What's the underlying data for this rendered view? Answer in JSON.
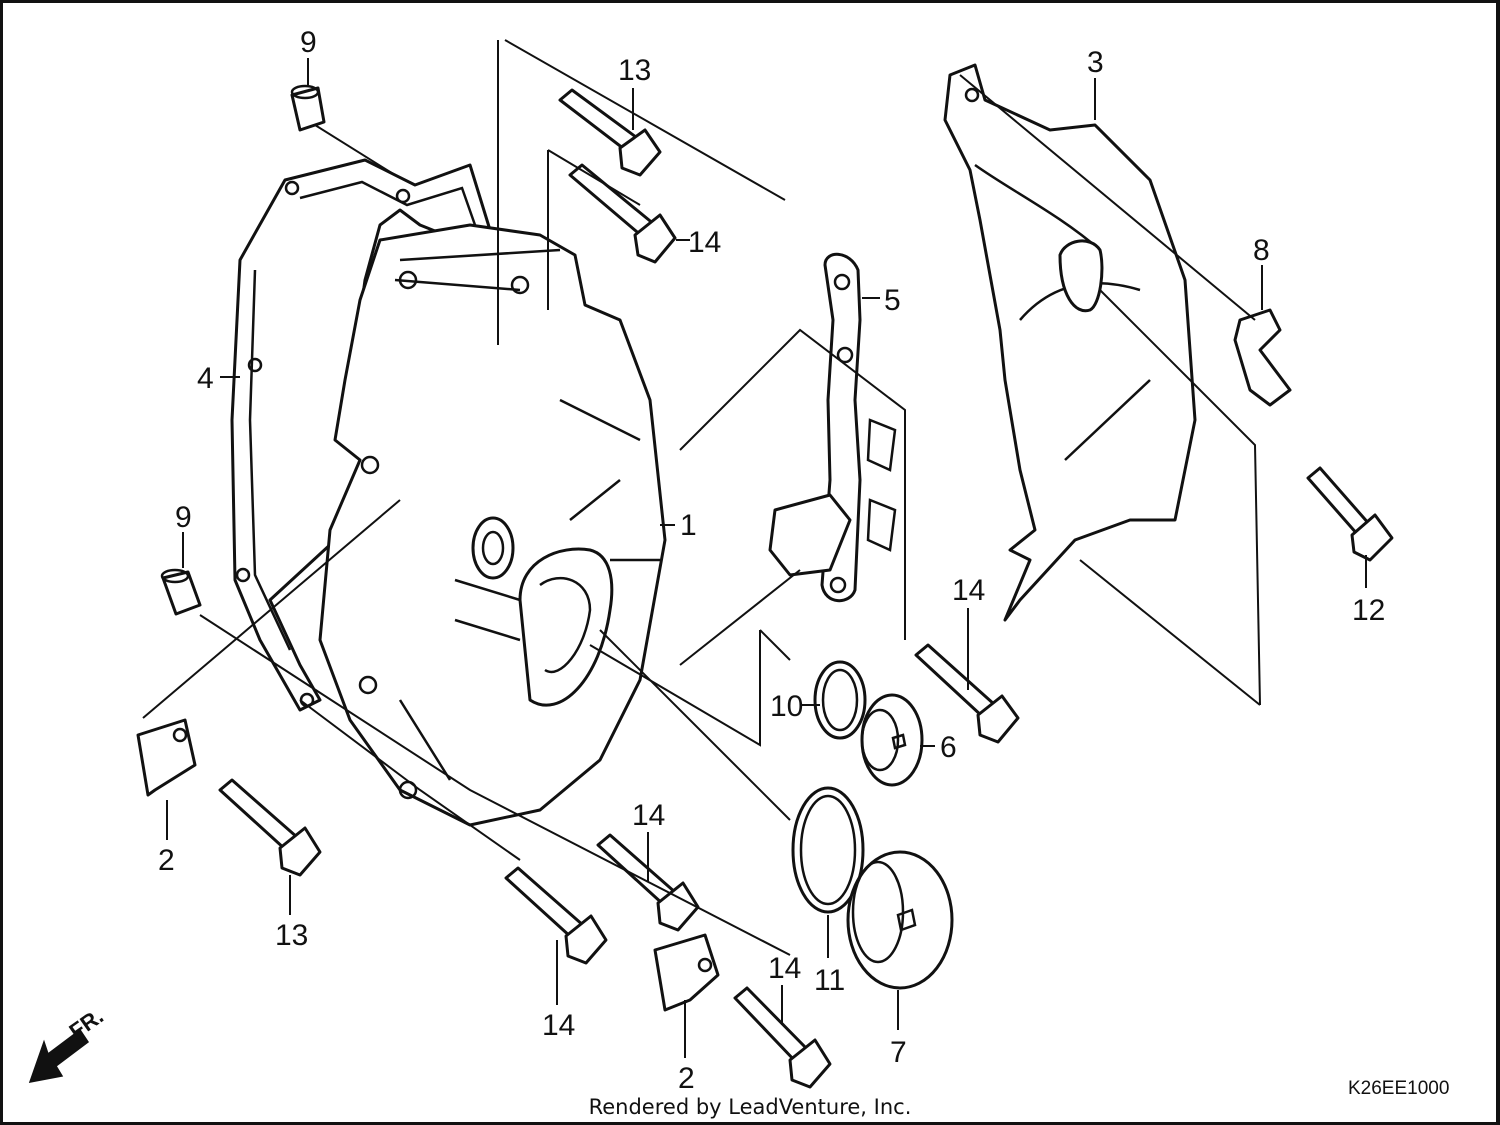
{
  "diagram": {
    "diagram_code": "K26EE1000",
    "credit": "Rendered by LeadVenture, Inc.",
    "front_marker": "FR.",
    "callouts": {
      "cover": "1",
      "clamp_left": "2",
      "clamp_bottom": "2",
      "shroud": "3",
      "gasket": "4",
      "stay_plate": "5",
      "cap_small": "6",
      "cap_large": "7",
      "clip": "8",
      "dowel_top": "9",
      "dowel_left": "9",
      "oring_small": "10",
      "oring_large": "11",
      "bolt_12": "12",
      "bolt_13_top": "13",
      "bolt_13_bottom": "13",
      "bolt_14_top": "14",
      "bolt_14_mid": "14",
      "bolt_14_lower_mid": "14",
      "bolt_14_bottom_left": "14",
      "bolt_14_bottom": "14"
    }
  }
}
